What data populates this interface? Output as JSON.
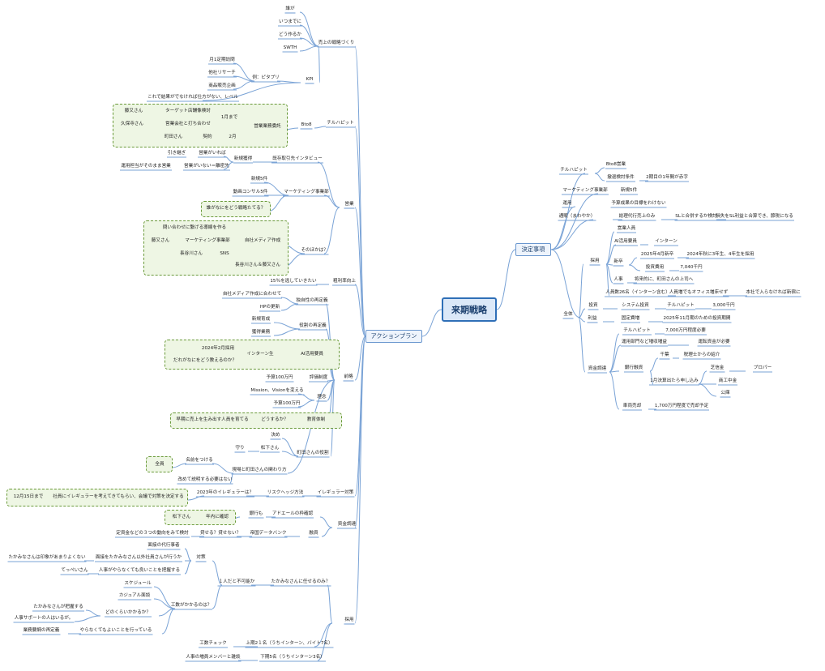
{
  "root": "来期戦略",
  "left_branch": "アクションプラン",
  "right_branch": "決定事項",
  "left": {
    "kpi_section": {
      "label": "売上の戦略づくり",
      "items": [
        "誰が",
        "いつまでに",
        "どう作るか",
        "SWTH"
      ],
      "kpi": "KPI",
      "example": "例：ピタプリ",
      "example_items": [
        "月1定期訪問",
        "他社リサーチ",
        "商品販売企画"
      ],
      "note": "これで結果がでなければ仕方がない、レベル"
    },
    "chiru": {
      "label": "チルハピット",
      "sub": "Bto8",
      "sales_collab": "営業業務委託",
      "until_jan": "1月まで",
      "feb": "2月",
      "rows": [
        {
          "person": "藤又さん",
          "task": "ターゲット店舗像検討"
        },
        {
          "person": "久保寺さん",
          "task": "営業会社と打ち合わせ"
        },
        {
          "person": "町田さん",
          "task": "契約"
        }
      ]
    },
    "eigyo": {
      "label": "営業",
      "new_dev": "新規獲得",
      "interview": "既存取引先インタビュー",
      "hikitsugi": "引き継ぎ",
      "if_sales": "営業がいれば",
      "no_sales": "営業がいない＝離密先",
      "op_sales": "運用担当がそのまま営業",
      "marketing": "マーケティング事業部",
      "new5": "新規5件",
      "video": "動画コンサル5件",
      "who_plan": "誰がなにをどう戦略たてる？",
      "other": "そのほかは？",
      "inquiry": "問い合わせに繋げる導線を作る",
      "media": "自社メディア作成",
      "fujimata": "藤又さん",
      "mkt_dept": "マーケティング事業部",
      "hasegawa": "長谷川さん",
      "sns": "SNS",
      "hase_fuji": "長谷川さん＆藤又さん"
    },
    "profit_up": "粗利率向上",
    "no_15": "15％を逃していきたい",
    "zenryaku": {
      "label": "前略",
      "media_match": "自社メディア作成に合わせて",
      "unique": "独自性の再定義",
      "hp": "HPの更新",
      "role": "役割の再定義",
      "new": "新規育成",
      "ops": "獲得業務",
      "hire_2024": "2024年2月採用",
      "intern": "インターン生",
      "ai": "AI活用要員",
      "who_teach": "だれがなにをどう教えるのか？",
      "budget": "予算100万円",
      "eval": "評価制度",
      "mission": "Mission、Visionを変える",
      "rinen": "理念",
      "budget2": "予算100万円",
      "early": "早期に売上を生み出す人員を育てる",
      "how": "どうするか？",
      "edu": "教育体制",
      "decide": "決め",
      "matsushita": "松下さん",
      "machida_role": "町田さんの役割",
      "mamori": "守り",
      "genba": "現場と町田さんの関わり方",
      "naming": "名前をつける",
      "zenin": "全員",
      "explain": "改めて説明する必要はない"
    },
    "irregular": {
      "label": "イレギュラー対策",
      "risk": "リスクヘッジ方法",
      "q2023": "2023年のイレギュラーは？",
      "plan": "社員にイレギュラーを考えてきてもらい、会議で対策を決定する",
      "deadline": "12月15日まで"
    },
    "funding": {
      "label": "資金調達",
      "agent": "アドエールの枠確認",
      "bank": "銀行も",
      "matsushita": "松下さん",
      "nen": "年内に確認",
      "fin": "融資",
      "databank": "帝国データバンク",
      "borrow": "貸せる？貸せない？",
      "fix": "定資金などの３つの動向をみて検討"
    },
    "saiyo": {
      "label": "採用",
      "kiri": "たかみなさんに任せるのみ？",
      "one": "１人だと不可能か",
      "taisaku": "対策",
      "mensetsu": "面接の代行事者",
      "mensetsu2": "面接をたかみなさん以外社員さんが行うか",
      "tkmn_bad": "たかみなさんは印象があまりよくない",
      "hr_check": "人事がやらなくても良いことを把握する",
      "teppei": "てっぺいさん",
      "work": "工数がかかるのは？",
      "sched": "スケジュール",
      "casual": "カジュアル面談",
      "how_much": "どのくらいかかるか？",
      "tkmn_grasp": "たかみなさんが把握する",
      "hr_support": "人事サポートの人はいるが。",
      "biz_resched": "業務要綱の再定義",
      "no_need": "やらなくてもよいことを行っている",
      "work_check": "工数チェック",
      "upper": "上期2１名（うちインターン、バイト7名）",
      "hr_member": "人事の増員メンバーと雑談",
      "lower": "下期5名（うちインターン3名）"
    }
  },
  "right": {
    "chiru": "チルハピット",
    "bto8": "Bto8営業",
    "cond": "撤退検討条件",
    "cond_val": "2期目の1年間が赤字",
    "mkt": "マーケティング事業部",
    "mkt_val": "新規5件",
    "unyo": "運用",
    "unyo_val": "予算成果の目標をわけない",
    "tsuu": "通販（まわやか）",
    "agency": "総理代行売上のみ",
    "merge": "SLと合併するか検討",
    "loss": "損失をSL利益と合算でき、節税になる",
    "zentai": "全体",
    "saiyo": "採用",
    "eigyo": "営業人員",
    "ai": "AI活用要員",
    "intern": "インターン",
    "shinsotsu": "新卒",
    "april": "2025年4月新卒",
    "hire3": "2024年秋に3年生、4年生を採用",
    "cost": "投資費用",
    "cost_val": "7,040千円",
    "jinji": "人事",
    "jinji_val": "将来的に、町田さんの上司へ",
    "staff26": "人員数26名（インターン含む）",
    "office": "人員増でもオフィス増床せず",
    "hq": "本社で入らなければ新宿に",
    "invest": "投資",
    "sys": "システム投資",
    "sys_c": "チルハピット",
    "sys_val": "3,000千円",
    "profit": "利益",
    "fix": "固定費増",
    "fix_val": "2025年11月期のための投資期間",
    "funding": "資金調達",
    "f_chiru": "チルハピット",
    "f_chiru_val": "7,000万円程度必要",
    "unyo_bu": "運用部門など増収増益",
    "unyo_need": "運転資金が必要",
    "bank": "銀行融資",
    "sengyo": "千葉",
    "zeirishi": "税理士からの紹介",
    "jan": "1月決算出たら申し込み",
    "shinkin": "芝信金",
    "proper": "プロパー",
    "shoko": "商工中金",
    "koko": "公庫",
    "car": "車両売却",
    "car_val": "1,700万円程度で売却予定"
  }
}
